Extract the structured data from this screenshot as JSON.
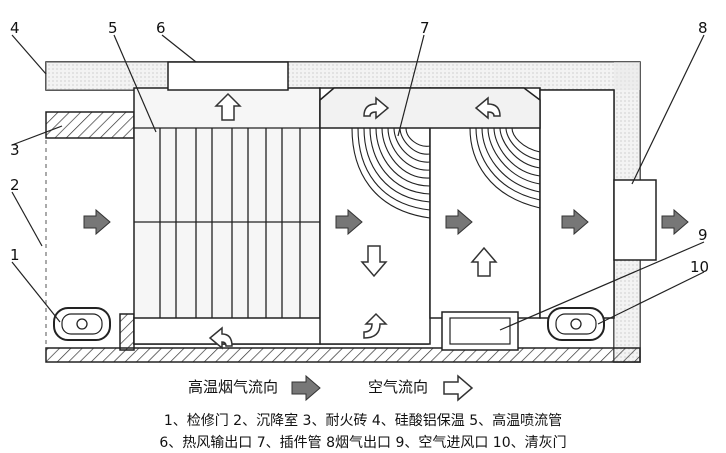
{
  "callouts": [
    "1",
    "2",
    "3",
    "4",
    "5",
    "6",
    "7",
    "8",
    "9",
    "10"
  ],
  "flow_legend": {
    "hot_gas": "高温烟气流向",
    "air": "空气流向"
  },
  "legend_lines": [
    "1、检修门  2、沉降室  3、耐火砖  4、硅酸铝保温  5、高温喷流管",
    "6、热风输出口  7、插件管  8烟气出口  9、空气进风口  10、清灰门"
  ]
}
